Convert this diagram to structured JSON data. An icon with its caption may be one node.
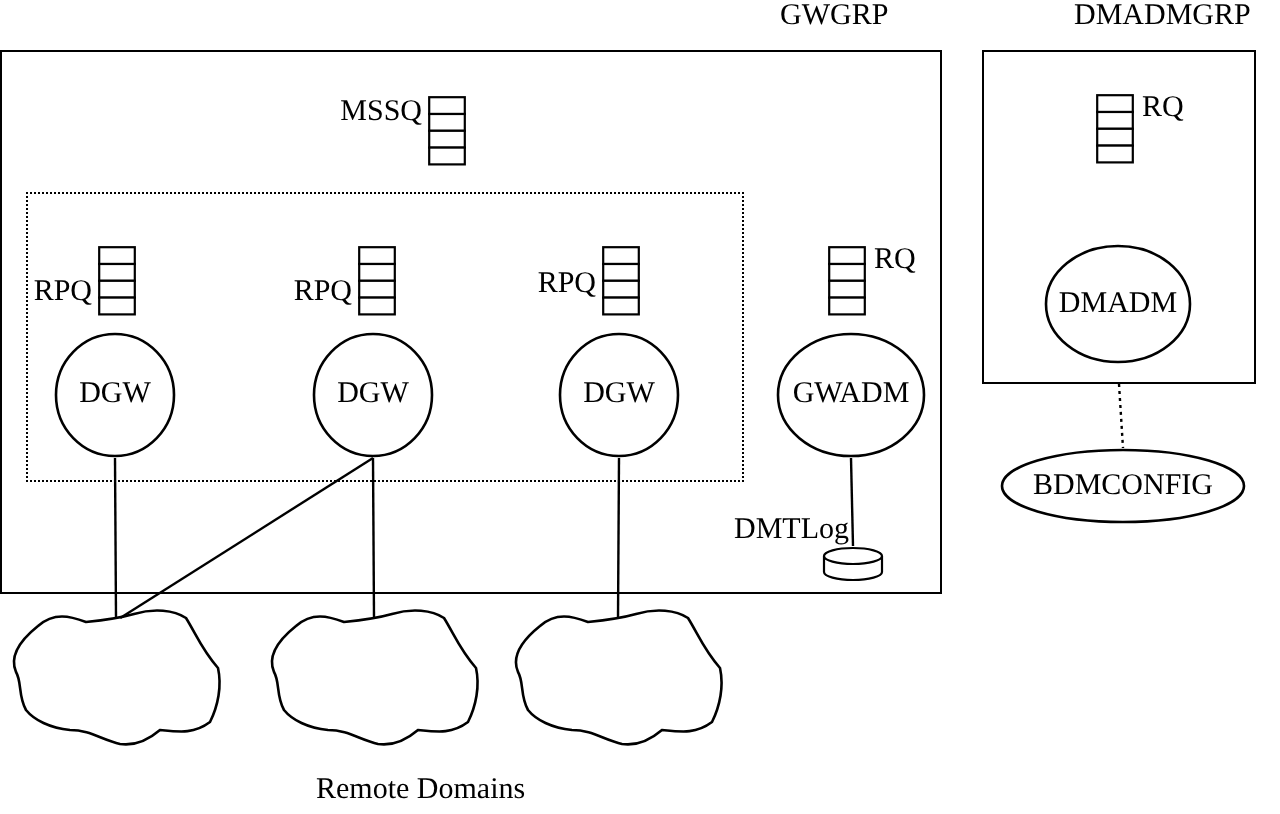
{
  "diagram": {
    "nodes": [
      {
        "text": [
          "GWGRP"
        ]
      },
      {
        "text": [],
        "shape": "queue",
        "beside": [
          "MSSQ"
        ],
        "in": 0
      },
      {
        "text": [],
        "shape": "box",
        "in": 0
      },
      {
        "text": [],
        "shape": "queue",
        "beside": [
          "RPQ"
        ],
        "in": 2
      },
      {
        "text": [
          "DGW"
        ],
        "in": 2
      },
      {
        "text": [],
        "shape": "queue",
        "beside": [
          "RPQ"
        ],
        "in": 2
      },
      {
        "text": [
          "DGW"
        ],
        "in": 2
      },
      {
        "text": [],
        "shape": "queue",
        "beside": [
          "RPQ"
        ],
        "in": 2
      },
      {
        "text": [
          "DGW"
        ],
        "in": 2
      },
      {
        "text": [],
        "shape": "queue",
        "beside": [
          "RQ"
        ],
        "in": 0
      },
      {
        "text": [
          "GWADM"
        ],
        "in": 0
      },
      {
        "text": [],
        "shape": "cylinder",
        "beside": [
          "DMTLog"
        ],
        "in": 0
      },
      {
        "text": [
          "DMADMGRP"
        ]
      },
      {
        "text": [],
        "shape": "queue",
        "beside": [
          "RQ"
        ],
        "in": 12
      },
      {
        "text": [
          "DMADM"
        ],
        "in": 12
      },
      {
        "text": [
          "BDMCONFIG"
        ]
      },
      {
        "text": [],
        "shape": "cloud"
      },
      {
        "text": [],
        "shape": "cloud"
      },
      {
        "text": [],
        "shape": "cloud"
      }
    ],
    "edges": [
      {
        "from": 4,
        "to": 16,
        "arrow": "none"
      },
      {
        "from": 6,
        "to": 16,
        "arrow": "none"
      },
      {
        "from": 6,
        "to": 17,
        "arrow": "none"
      },
      {
        "from": 8,
        "to": 18,
        "arrow": "none"
      },
      {
        "from": 10,
        "to": 11,
        "arrow": "none"
      },
      {
        "from": 12,
        "to": 15,
        "arrow": "none",
        "style": "dashed"
      }
    ],
    "labels": [
      "Remote Domains"
    ]
  }
}
